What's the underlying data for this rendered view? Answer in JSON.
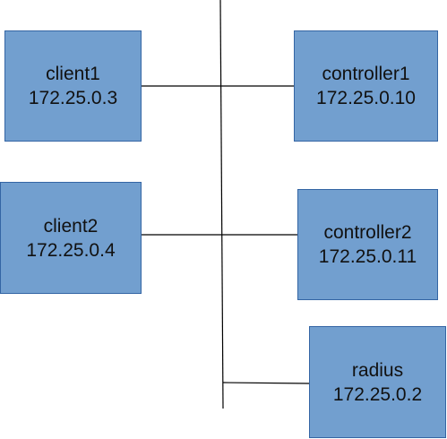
{
  "diagram": {
    "nodes": [
      {
        "name": "client1",
        "ip": "172.25.0.3"
      },
      {
        "name": "client2",
        "ip": "172.25.0.4"
      },
      {
        "name": "controller1",
        "ip": "172.25.0.10"
      },
      {
        "name": "controller2",
        "ip": "172.25.0.11"
      },
      {
        "name": "radius",
        "ip": "172.25.0.2"
      }
    ],
    "links": [
      {
        "from": "client1",
        "to": "network-bus"
      },
      {
        "from": "client2",
        "to": "network-bus"
      },
      {
        "from": "controller1",
        "to": "network-bus"
      },
      {
        "from": "controller2",
        "to": "network-bus"
      },
      {
        "from": "radius",
        "to": "network-bus"
      }
    ],
    "colors": {
      "node_fill": "#729fcf",
      "node_border": "#3465a4",
      "line": "#000000"
    }
  }
}
